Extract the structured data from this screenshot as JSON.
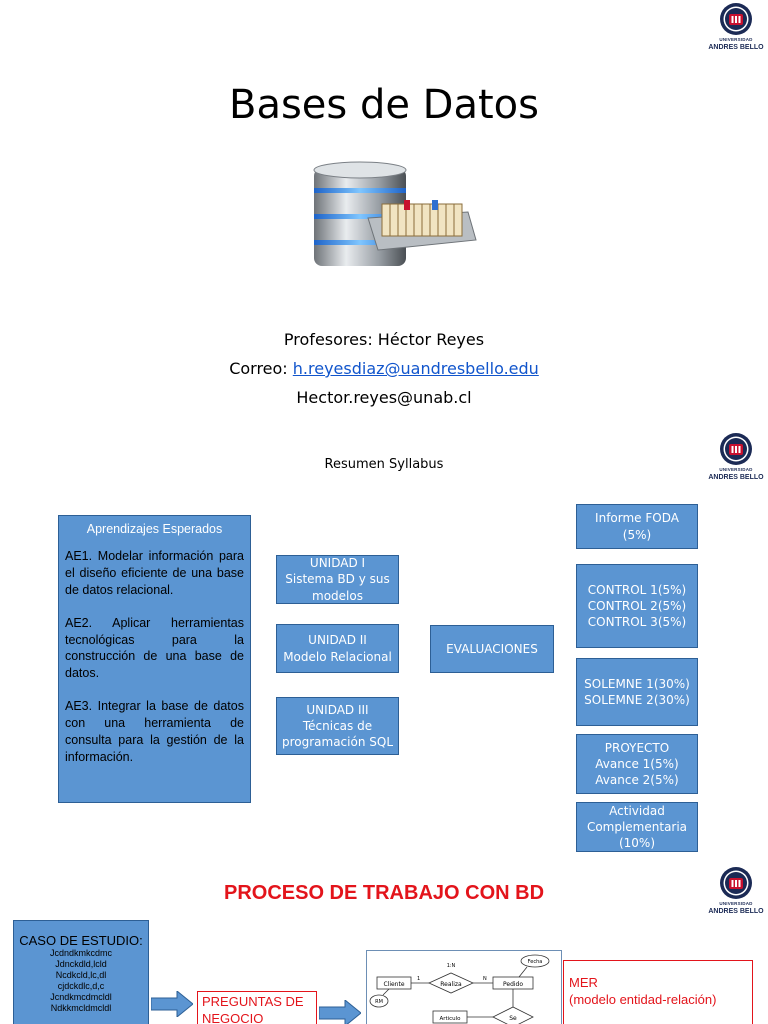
{
  "slide1": {
    "title": "Bases de Datos",
    "profesores": "Profesores: Héctor Reyes",
    "correo_label": "Correo: ",
    "correo_link": "h.reyesdiaz@uandresbello.edu",
    "correo2": "Hector.reyes@unab.cl"
  },
  "logo": {
    "line1": "UNIVERSIDAD",
    "line2": "ANDRES BELLO"
  },
  "slide2": {
    "title": "Resumen Syllabus",
    "ae_header": "Aprendizajes Esperados",
    "ae_items": [
      "AE1. Modelar información para el diseño eficiente de una base de datos relacional.",
      "AE2. Aplicar herramientas tecnológicas para la construcción de una base de datos.",
      "AE3. Integrar la base de datos con una herramienta de consulta para la gestión de la información."
    ],
    "unidad1": "UNIDAD I\nSistema BD y sus modelos",
    "unidad2": "UNIDAD II\nModelo Relacional",
    "unidad3": "UNIDAD III\nTécnicas de programación SQL",
    "evaluaciones": "EVALUACIONES",
    "eval_foda": "Informe FODA\n(5%)",
    "eval_controles": "CONTROL 1(5%)\nCONTROL 2(5%)\nCONTROL 3(5%)",
    "eval_solemnes": "SOLEMNE 1(30%)\nSOLEMNE 2(30%)",
    "eval_proyecto": "PROYECTO\nAvance 1(5%)\nAvance 2(5%)",
    "eval_actividad": "Actividad Complementaria\n(10%)"
  },
  "slide3": {
    "title": "PROCESO DE TRABAJO CON BD",
    "caso_header": "CASO DE ESTUDIO:",
    "caso_lines": [
      "Jcdndkmkcdmc",
      "Jdnckdld,lcld",
      "Ncdkcld,lc,dl",
      "cjdckdlc,d,c",
      "Jcndkmcdmcldl",
      "Ndkkmcldmcldl"
    ],
    "preguntas": "PREGUNTAS DE NEGOCIO",
    "mer": "MER\n(modelo entidad-relación)",
    "er_labels": [
      "Cliente",
      "Realiza",
      "Pedido",
      "Fecha",
      "Articulo",
      "Se",
      "RM",
      "1:N",
      "1",
      "N"
    ]
  },
  "colors": {
    "box_blue": "#5b95d2",
    "box_border": "#2d5f95",
    "red": "#e3141b",
    "link": "#1155cc"
  }
}
